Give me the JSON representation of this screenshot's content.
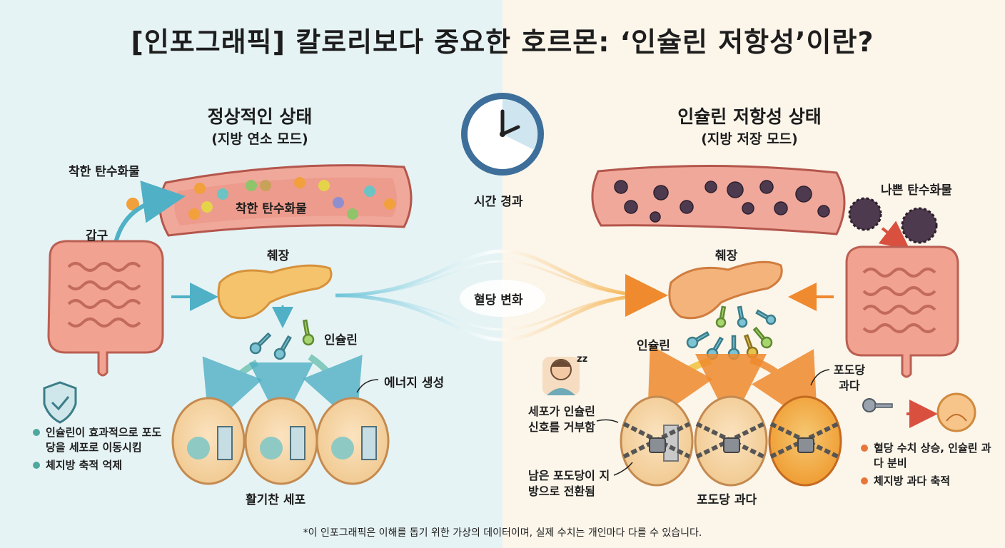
{
  "title": "[인포그래픽] 칼로리보다 중요한 호르몬: ‘인슐린 저항성’이란?",
  "left": {
    "heading": "정상적인 상태",
    "subheading": "(지방 연소 모드)",
    "carb_label": "착한 탄수화물",
    "vessel_label": "착한 탄수화물",
    "gut_label": "갑구",
    "pancreas_label": "췌장",
    "insulin_label": "인슐린",
    "energy_label": "에너지 생성",
    "cells_label": "활기찬 세포",
    "bullets": [
      "인슐린이 효과적으로 포도당을 세포로 이동시킴",
      "체지방 축적 억제"
    ],
    "bullet_color": "#4fa8a0"
  },
  "center": {
    "time_label": "시간 경과",
    "flow_label": "혈당 변화"
  },
  "right": {
    "heading": "인슐린 저항성 상태",
    "subheading": "(지방 저장 모드)",
    "carb_label": "나쁜 탄수화물",
    "pancreas_label": "췌장",
    "insulin_label": "인슐린",
    "excess_label": "포도당 과다",
    "refuse_label": "세포가 인슐린 신호를 거부함",
    "convert_label": "남은 포도당이 지방으로 전환됨",
    "cells_label": "포도당 과다",
    "sleep_icon": "zz",
    "bullets": [
      "혈당 수치 상승, 인슐린 과다 분비",
      "체지방 과다 축적"
    ],
    "bullet_color": "#e8763a"
  },
  "footnote": "*이 인포그래픽은 이해를 돕기 위한 가상의 데이터이며, 실제 수치는 개인마다 다를 수 있습니다."
}
